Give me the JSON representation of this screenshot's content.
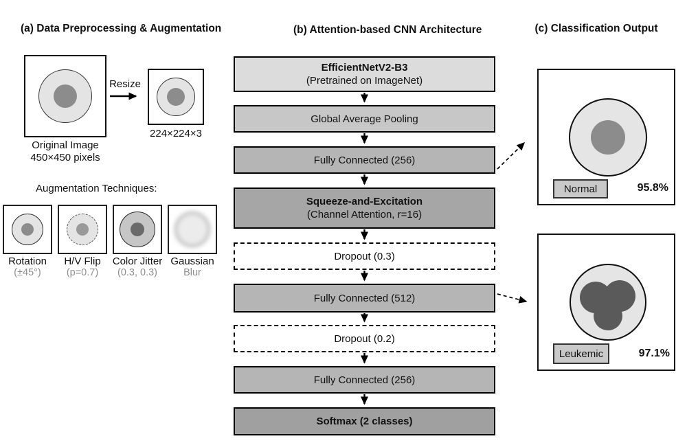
{
  "panel_a": {
    "title": "(a) Data Preprocessing & Augmentation",
    "original_label": "Original Image",
    "original_size": "450×450 pixels",
    "resize_label": "Resize",
    "resized_size": "224×224×3",
    "augmentation_heading": "Augmentation Techniques:",
    "augmentations": [
      {
        "name": "Rotation",
        "param": "(±45°)"
      },
      {
        "name": "H/V Flip",
        "param": "(p=0.7)"
      },
      {
        "name": "Color Jitter",
        "param": "(0.3, 0.3)"
      },
      {
        "name": "Gaussian",
        "param": "Blur"
      }
    ]
  },
  "panel_b": {
    "title": "(b) Attention-based CNN Architecture",
    "layers": [
      {
        "title": "EfficientNetV2-B3",
        "subtitle": "(Pretrained on ImageNet)"
      },
      {
        "title": "Global Average Pooling"
      },
      {
        "title": "Fully Connected (256)"
      },
      {
        "title": "Squeeze-and-Excitation",
        "subtitle": "(Channel Attention, r=16)"
      },
      {
        "title": "Dropout (0.3)"
      },
      {
        "title": "Fully Connected (512)"
      },
      {
        "title": "Dropout (0.2)"
      },
      {
        "title": "Fully Connected (256)"
      },
      {
        "title": "Softmax (2 classes)"
      }
    ]
  },
  "panel_c": {
    "title": "(c) Classification Output",
    "outputs": [
      {
        "label": "Normal",
        "confidence": "95.8%"
      },
      {
        "label": "Leukemic",
        "confidence": "97.1%"
      }
    ]
  },
  "colors": {
    "layer_light": "#dcdcdc",
    "layer_medium": "#c7c7c7",
    "layer_gray": "#b5b5b5",
    "layer_dark": "#a6a6a6",
    "layer_darkest": "#a0a0a0",
    "cell_cytoplasm": "#e4e4e4",
    "cell_nucleus": "#8c8c8c",
    "jitter_cytoplasm": "#c6c6c6",
    "jitter_nucleus": "#6a6a6a",
    "leukemic_nucleus": "#5a5a5a",
    "muted_text": "#8e8e8e"
  }
}
